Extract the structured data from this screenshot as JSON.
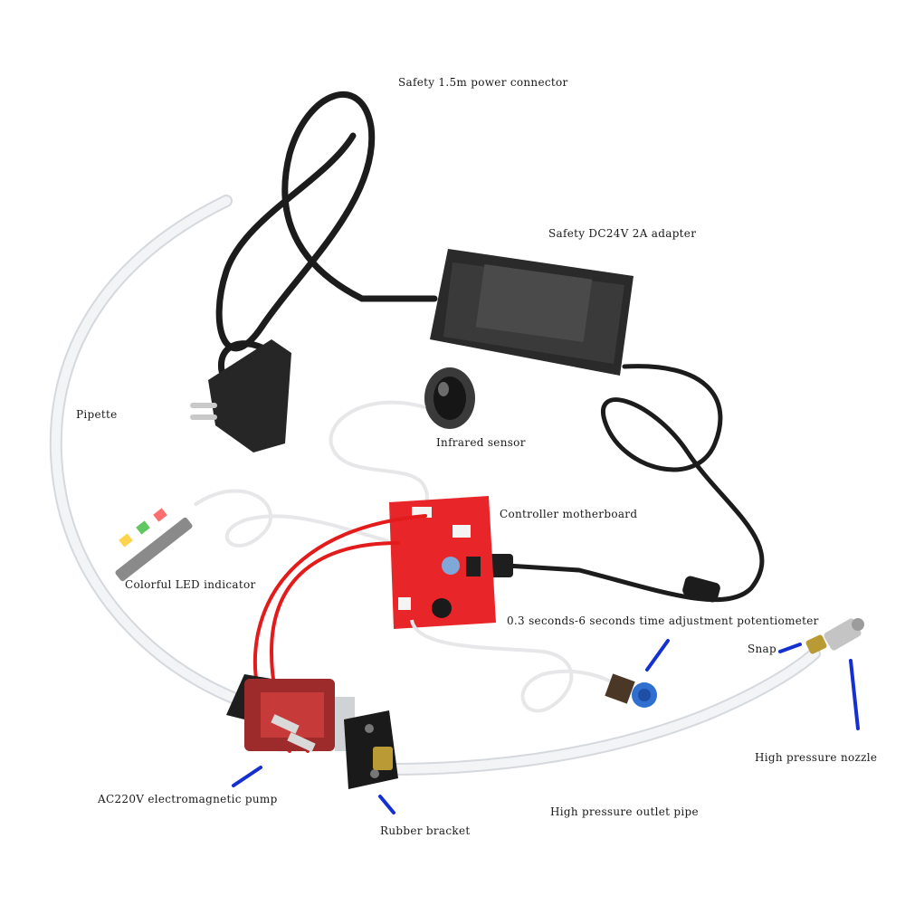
{
  "labels": {
    "power_connector": "Safety 1.5m power connector",
    "adapter": "Safety DC24V 2A adapter",
    "pipette": "Pipette",
    "infrared_sensor": "Infrared sensor",
    "controller_motherboard": "Controller motherboard",
    "led_indicator": "Colorful LED indicator",
    "potentiometer": "0.3 seconds-6 seconds time adjustment potentiometer",
    "snap": "Snap",
    "nozzle": "High pressure nozzle",
    "pump": "AC220V electromagnetic pump",
    "bracket": "Rubber bracket",
    "outlet_pipe": "High pressure outlet pipe"
  },
  "colors": {
    "pointer": "#1530d0",
    "board": "#e8262a",
    "cable": "#1c1c1c",
    "wire_red": "#e31b1b",
    "tube": "#eef0f2",
    "adapter_body": "#2a2a2a",
    "knob": "#2f6fd0"
  }
}
